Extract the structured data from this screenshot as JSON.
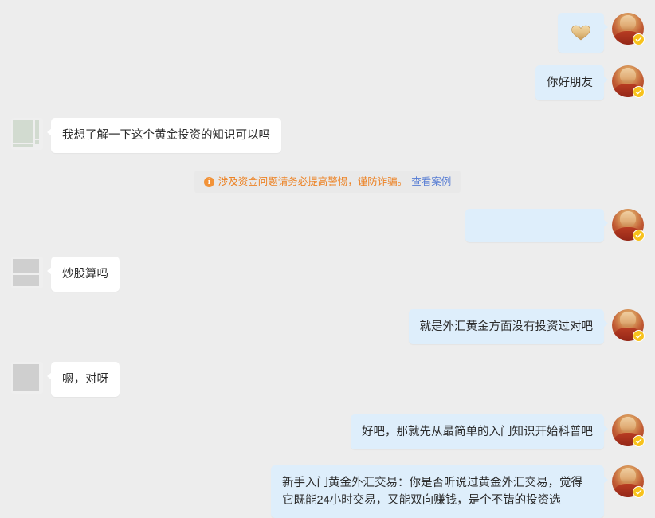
{
  "app": {
    "type": "instant-messenger-conversation",
    "background_color": "#ededed"
  },
  "colors": {
    "page_background": "#ededed",
    "incoming_bubble": "#ffffff",
    "outgoing_bubble": "#deeefb",
    "warning_text": "#ec8326",
    "warning_icon": "#f29339",
    "warning_background": "#e9e9e9",
    "warning_link": "#5a7fd4",
    "verified_badge": "#f7c21c",
    "text": "#2b2b2b"
  },
  "messages": [
    {
      "id": "m1",
      "side": "right",
      "kind": "sticker",
      "sticker_name": "golden-heart-emoji",
      "text": "",
      "avatar": "photo-verified"
    },
    {
      "id": "m2",
      "side": "right",
      "kind": "text",
      "text": "你好朋友",
      "avatar": "photo-verified"
    },
    {
      "id": "m3",
      "side": "left",
      "kind": "text",
      "text": "我想了解一下这个黄金投资的知识可以吗",
      "avatar": "placeholder-green"
    },
    {
      "id": "m4",
      "side": "center",
      "kind": "warning",
      "text": "涉及资金问题请务必提高警惕，谨防诈骗。",
      "link_text": "查看案例",
      "icon": "info-icon"
    },
    {
      "id": "m5",
      "side": "right",
      "kind": "empty",
      "text": "",
      "avatar": "photo-verified"
    },
    {
      "id": "m6",
      "side": "left",
      "kind": "text",
      "text": "炒股算吗",
      "avatar": "placeholder-gray-split"
    },
    {
      "id": "m7",
      "side": "right",
      "kind": "text",
      "text": "就是外汇黄金方面没有投资过对吧",
      "avatar": "photo-verified"
    },
    {
      "id": "m8",
      "side": "left",
      "kind": "text",
      "text": "嗯，对呀",
      "avatar": "placeholder-gray-solid"
    },
    {
      "id": "m9",
      "side": "right",
      "kind": "text",
      "text": "好吧，那就先从最简单的入门知识开始科普吧",
      "avatar": "photo-verified"
    },
    {
      "id": "m10",
      "side": "right",
      "kind": "text",
      "text": "新手入门黄金外汇交易：你是否听说过黄金外汇交易，觉得它既能24小时交易，又能双向赚钱，是个不错的投资选",
      "avatar": "photo-verified",
      "truncated": true
    }
  ]
}
